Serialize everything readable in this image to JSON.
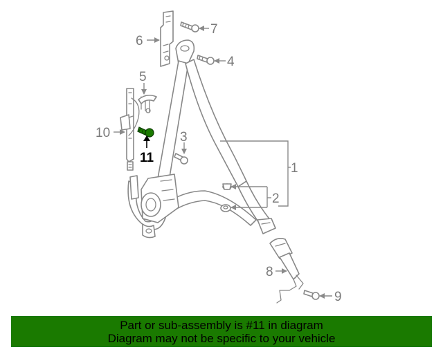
{
  "callouts": {
    "c1": "1",
    "c2": "2",
    "c3": "3",
    "c4": "4",
    "c5": "5",
    "c6": "6",
    "c7": "7",
    "c8": "8",
    "c9": "9",
    "c10": "10",
    "c11": "11"
  },
  "highlighted_part": "11",
  "colors": {
    "banner_background": "#1a7a00",
    "highlight_part": "#1a7a00",
    "line_art": "#888888"
  },
  "banner": {
    "line1": "Part or sub-assembly is #11 in diagram",
    "line2": "Diagram may not be specific to your vehicle"
  }
}
